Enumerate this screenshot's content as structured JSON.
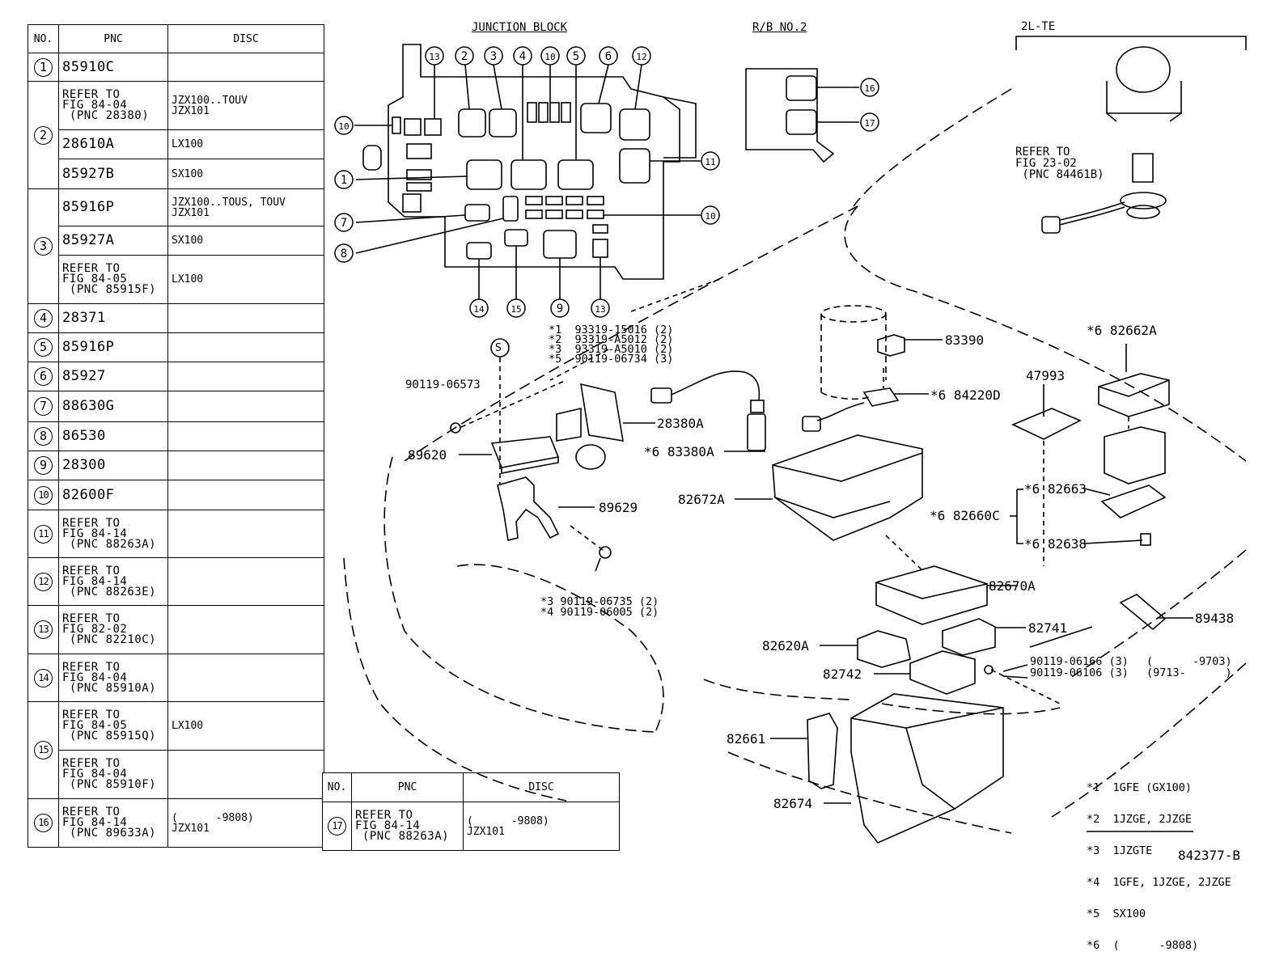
{
  "main_table": {
    "headers": {
      "no": "NO.",
      "pnc": "PNC",
      "disc": "DISC"
    },
    "rows": [
      {
        "no": "1",
        "pnc": "85910C",
        "disc": ""
      },
      {
        "no": "2",
        "pnc": "REFER TO\nFIG 84-04\n (PNC 28380)",
        "disc": "JZX100..TOUV\nJZX101"
      },
      {
        "no": "",
        "pnc": "28610A",
        "disc": "LX100"
      },
      {
        "no": "",
        "pnc": "85927B",
        "disc": "SX100"
      },
      {
        "no": "3",
        "pnc": "85916P",
        "disc": "JZX100..TOUS, TOUV\nJZX101"
      },
      {
        "no": "",
        "pnc": "85927A",
        "disc": "SX100"
      },
      {
        "no": "",
        "pnc": "REFER TO\nFIG 84-05\n (PNC 85915F)",
        "disc": "LX100"
      },
      {
        "no": "4",
        "pnc": "28371",
        "disc": ""
      },
      {
        "no": "5",
        "pnc": "85916P",
        "disc": ""
      },
      {
        "no": "6",
        "pnc": "85927",
        "disc": ""
      },
      {
        "no": "7",
        "pnc": "88630G",
        "disc": ""
      },
      {
        "no": "8",
        "pnc": "86530",
        "disc": ""
      },
      {
        "no": "9",
        "pnc": "28300",
        "disc": ""
      },
      {
        "no": "10",
        "pnc": "82600F",
        "disc": ""
      },
      {
        "no": "11",
        "pnc": "REFER TO\nFIG 84-14\n (PNC 88263A)",
        "disc": ""
      },
      {
        "no": "12",
        "pnc": "REFER TO\nFIG 84-14\n (PNC 88263E)",
        "disc": ""
      },
      {
        "no": "13",
        "pnc": "REFER TO\nFIG 82-02\n (PNC 82210C)",
        "disc": ""
      },
      {
        "no": "14",
        "pnc": "REFER TO\nFIG 84-04\n (PNC 85910A)",
        "disc": ""
      },
      {
        "no": "15",
        "pnc": "REFER TO\nFIG 84-05\n (PNC 85915Q)",
        "disc": "LX100"
      },
      {
        "no": "",
        "pnc": "REFER TO\nFIG 84-04\n (PNC 85910F)",
        "disc": ""
      },
      {
        "no": "16",
        "pnc": "REFER TO\nFIG 84-14\n (PNC 89633A)",
        "disc": "(      -9808)\nJZX101"
      }
    ]
  },
  "small_table": {
    "headers": {
      "no": "NO.",
      "pnc": "PNC",
      "disc": "DISC"
    },
    "rows": [
      {
        "no": "17",
        "pnc": "REFER TO\nFIG 84-14\n (PNC 88263A)",
        "disc": "(      -9808)\nJZX101"
      }
    ]
  },
  "section_headers": {
    "junction_block": "JUNCTION BLOCK",
    "rb_no2": "R/B NO.2",
    "engine": "2L-TE"
  },
  "part_labels": {
    "p83390": "83390",
    "p84220d": "*6 84220D",
    "p47993": "47993",
    "p82662a": "*6 82662A",
    "p28380a": "28380A",
    "p83380a": "*6 83380A",
    "p89620": "89620",
    "p89629": "89629",
    "p82672a": "82672A",
    "p82663": "*6 82663",
    "p82660c": "*6 82660C",
    "p82638": "*6 82638",
    "p82670a": "82670A",
    "p89438": "89438",
    "p82741": "82741",
    "p82620a": "82620A",
    "p82742": "82742",
    "p82661": "82661",
    "p82674": "82674",
    "p90119_06573": "90119-06573",
    "s_marker": "S",
    "bolts_top": "*1  93319-15016 (2)\n*2  93319-A5012 (2)\n*3  93319-A5010 (2)\n*5  90119-06734 (3)",
    "bolts_mid": "*3 90119-06735 (2)\n*4 90119-06005 (2)",
    "bolts_low": "90119-06166 (3)\n90119-06106 (3)",
    "date_a": "(      -9703)",
    "date_b": "(9713-      )",
    "refer_2lte": "REFER TO\nFIG 23-02\n (PNC 84461B)"
  },
  "legend": [
    "*1  1GFE (GX100)",
    "*2  1JZGE, 2JZGE",
    "*3  1JZGTE",
    "*4  1GFE, 1JZGE, 2JZGE",
    "*5  SX100",
    "*6  (      -9808)"
  ],
  "diagram_id": "842377-B"
}
